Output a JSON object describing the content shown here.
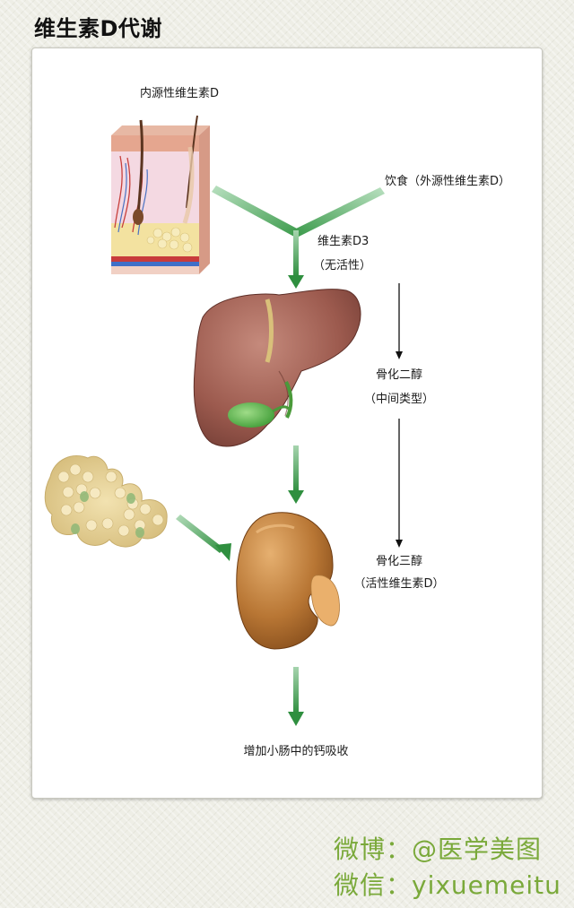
{
  "title": "维生素D代谢",
  "labels": {
    "endogenous": "内源性维生素D",
    "dietary": "饮食（外源性维生素D）",
    "vitd3": "维生素D3",
    "inactive": "（无活性）",
    "calcifediol": "骨化二醇",
    "intermediate": "（中间类型）",
    "calcitriol": "骨化三醇",
    "active": "（活性维生素D）",
    "result": "增加小肠中的钙吸收"
  },
  "watermark": {
    "weibo": "微博：@医学美图",
    "weixin": "微信：yixuemeitu"
  },
  "colors": {
    "arrow_green": "#2f8f3f",
    "arrow_light": "#8fc79a",
    "liver": "#9c5a4e",
    "kidney": "#b07030",
    "gallbladder": "#5ab84a",
    "parathyroid": "#e8d49a",
    "watermark": "#7aa93a"
  }
}
